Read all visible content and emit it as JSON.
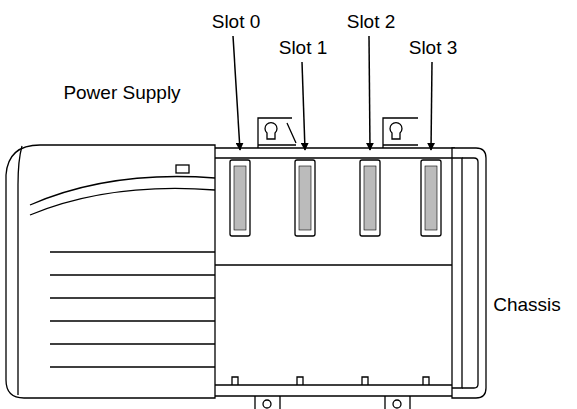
{
  "diagram": {
    "labels": [
      "Slot 0",
      "Slot 1",
      "Slot 2",
      "Slot 3",
      "Power Supply",
      "Chassis"
    ]
  }
}
